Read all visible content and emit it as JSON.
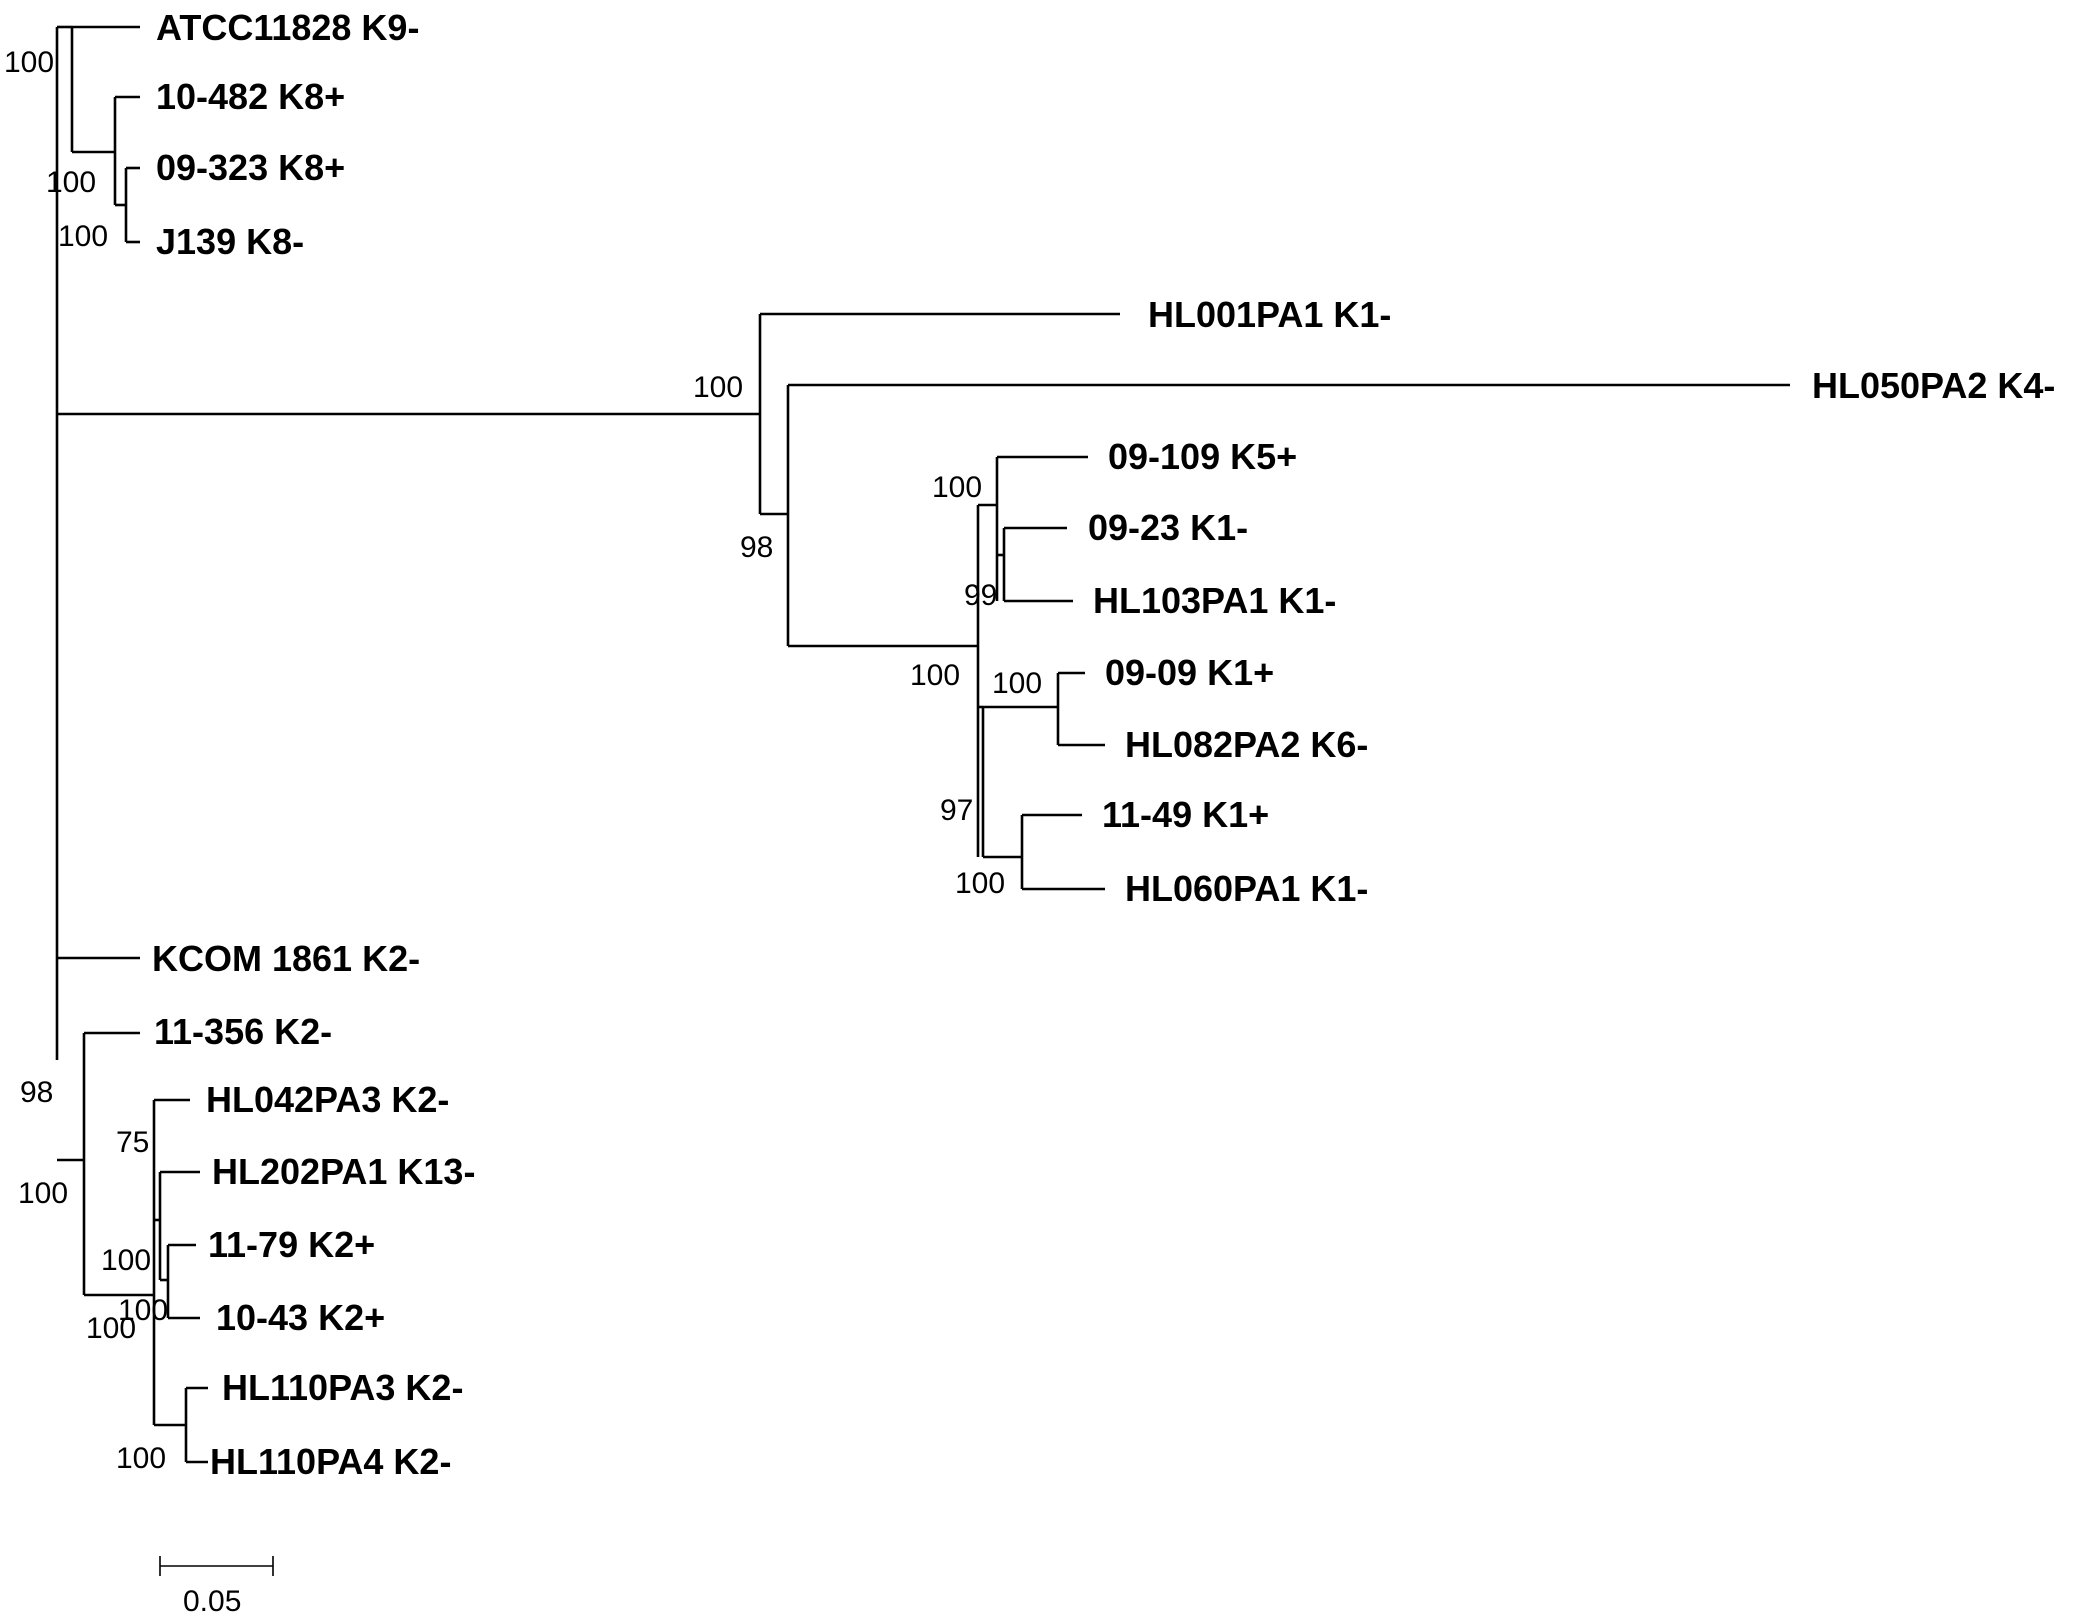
{
  "leaves": [
    {
      "id": "atcc11828",
      "label": "ATCC11828 K9-"
    },
    {
      "id": "10-482",
      "label": "10-482 K8+"
    },
    {
      "id": "09-323",
      "label": "09-323 K8+"
    },
    {
      "id": "j139",
      "label": "J139 K8-"
    },
    {
      "id": "hl001pa1",
      "label": "HL001PA1 K1-"
    },
    {
      "id": "hl050pa2",
      "label": "HL050PA2 K4-"
    },
    {
      "id": "09-109",
      "label": "09-109 K5+"
    },
    {
      "id": "09-23",
      "label": "09-23 K1-"
    },
    {
      "id": "hl103pa1",
      "label": "HL103PA1 K1-"
    },
    {
      "id": "09-09",
      "label": "09-09 K1+"
    },
    {
      "id": "hl082pa2",
      "label": "HL082PA2 K6-"
    },
    {
      "id": "11-49",
      "label": "11-49 K1+"
    },
    {
      "id": "hl060pa1",
      "label": "HL060PA1 K1-"
    },
    {
      "id": "kcom1861",
      "label": "KCOM 1861 K2-"
    },
    {
      "id": "11-356",
      "label": "11-356 K2-"
    },
    {
      "id": "hl042pa3",
      "label": "HL042PA3 K2-"
    },
    {
      "id": "hl202pa1",
      "label": "HL202PA1 K13-"
    },
    {
      "id": "11-79",
      "label": "11-79 K2+"
    },
    {
      "id": "10-43",
      "label": "10-43 K2+"
    },
    {
      "id": "hl110pa3",
      "label": "HL110PA3 K2-"
    },
    {
      "id": "hl110pa4",
      "label": "HL110PA4 K2-"
    }
  ],
  "bootstrap": [
    {
      "id": "b-root-top",
      "value": "100"
    },
    {
      "id": "b-k8-clade",
      "value": "100"
    },
    {
      "id": "b-09323-j139",
      "value": "100"
    },
    {
      "id": "b-k1-clade",
      "value": "100"
    },
    {
      "id": "b-hl050-sub",
      "value": "98"
    },
    {
      "id": "b-09109-clade",
      "value": "100"
    },
    {
      "id": "b-0923-hl103",
      "value": "99"
    },
    {
      "id": "b-inner-k1",
      "value": "100"
    },
    {
      "id": "b-0909-hl082",
      "value": "100"
    },
    {
      "id": "b-lower-k1",
      "value": "97"
    },
    {
      "id": "b-1149-hl060",
      "value": "100"
    },
    {
      "id": "b-k2-outer",
      "value": "98"
    },
    {
      "id": "b-k2-clade",
      "value": "100"
    },
    {
      "id": "b-hl042-hl202",
      "value": "75"
    },
    {
      "id": "b-1179-1043",
      "value": "100"
    },
    {
      "id": "b-k2-inner",
      "value": "100"
    },
    {
      "id": "b-k2-sub",
      "value": "100"
    },
    {
      "id": "b-hl110",
      "value": "100"
    }
  ],
  "scale_bar": {
    "label": "0.05",
    "value": 0.05
  }
}
